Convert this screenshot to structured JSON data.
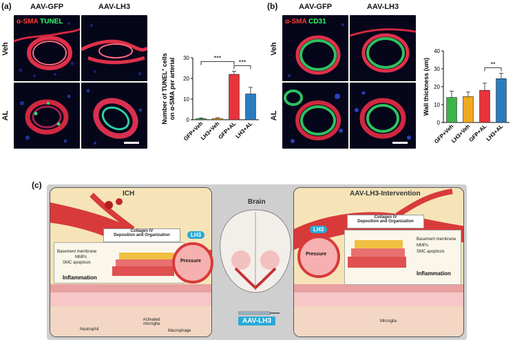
{
  "panel_a": {
    "letter": "(a)",
    "columns": [
      "AAV-GFP",
      "AAV-LH3"
    ],
    "rows": [
      "Veh",
      "AL"
    ],
    "stain_red": "α-SMA",
    "stain_green": "TUNEL"
  },
  "panel_b": {
    "letter": "(b)",
    "columns": [
      "AAV-GFP",
      "AAV-LH3"
    ],
    "rows": [
      "Veh",
      "AL"
    ],
    "stain_red": "α-SMA",
    "stain_green": "CD31"
  },
  "panel_c": {
    "letter": "(c)",
    "left_title": "ICH",
    "center_title": "Brain",
    "right_title": "AAV-LH3-Intervention",
    "left_collagen": "Collagen IV\nDeposition and Organization",
    "right_collagen": "Collagen IV\nDeposition and Organization",
    "left_lh3": "LH3",
    "right_lh3": "LH3",
    "left_pressure": "Pressure",
    "right_pressure": "Pressure",
    "left_list": [
      "Basement membrane",
      "MMPs",
      "SMC apoptosis"
    ],
    "left_inflammation": "Inflammation",
    "right_list": [
      "Basement membrane",
      "MMPs",
      "SMC apoptosis"
    ],
    "right_inflammation": "Inflammation",
    "cell_labels": [
      "Neutrophil",
      "Activated microglia",
      "Macrophage"
    ],
    "right_cell_label": "Microglia",
    "injection_label": "AAV-LH3"
  },
  "colors": {
    "gfp_veh": "#3cb54a",
    "lh3_veh": "#f0a81e",
    "gfp_al": "#e8333a",
    "lh3_al": "#2b7bc0",
    "lh3_badge": "#2aa9d8"
  },
  "chart_data": [
    {
      "type": "bar",
      "title": "",
      "ylabel": "Number of TUNEL+ cells on α-SMA per arterial",
      "ylabel_line1": "Number of TUNEL",
      "ylabel_sup": "+",
      "ylabel_line1b": " cells",
      "ylabel_line2": "on α-SMA per arterial",
      "categories": [
        "GFP+Veh",
        "LH3+Veh",
        "GFP+AL",
        "LH3+AL"
      ],
      "values": [
        0.5,
        0.6,
        22,
        12.5
      ],
      "errors": [
        0.4,
        0.4,
        1.5,
        3.2
      ],
      "ylim": [
        0,
        30
      ],
      "yticks": [
        "0",
        "10",
        "20",
        "30"
      ],
      "significance": [
        {
          "from": 0,
          "to": 2,
          "label": "***"
        },
        {
          "from": 2,
          "to": 3,
          "label": "***"
        }
      ],
      "colors": [
        "#3cb54a",
        "#f0a81e",
        "#e8333a",
        "#2b7bc0"
      ]
    },
    {
      "type": "bar",
      "title": "",
      "ylabel": "Wall thickness (um)",
      "categories": [
        "GFP+Veh",
        "LH3+Veh",
        "GFP+AL",
        "LH3+AL"
      ],
      "values": [
        14,
        14.5,
        18,
        24.5
      ],
      "errors": [
        3.5,
        2.5,
        4,
        3
      ],
      "ylim": [
        0,
        40
      ],
      "yticks": [
        "0",
        "10",
        "20",
        "30",
        "40"
      ],
      "significance": [
        {
          "from": 2,
          "to": 3,
          "label": "**"
        }
      ],
      "colors": [
        "#3cb54a",
        "#f0a81e",
        "#e8333a",
        "#2b7bc0"
      ]
    }
  ]
}
